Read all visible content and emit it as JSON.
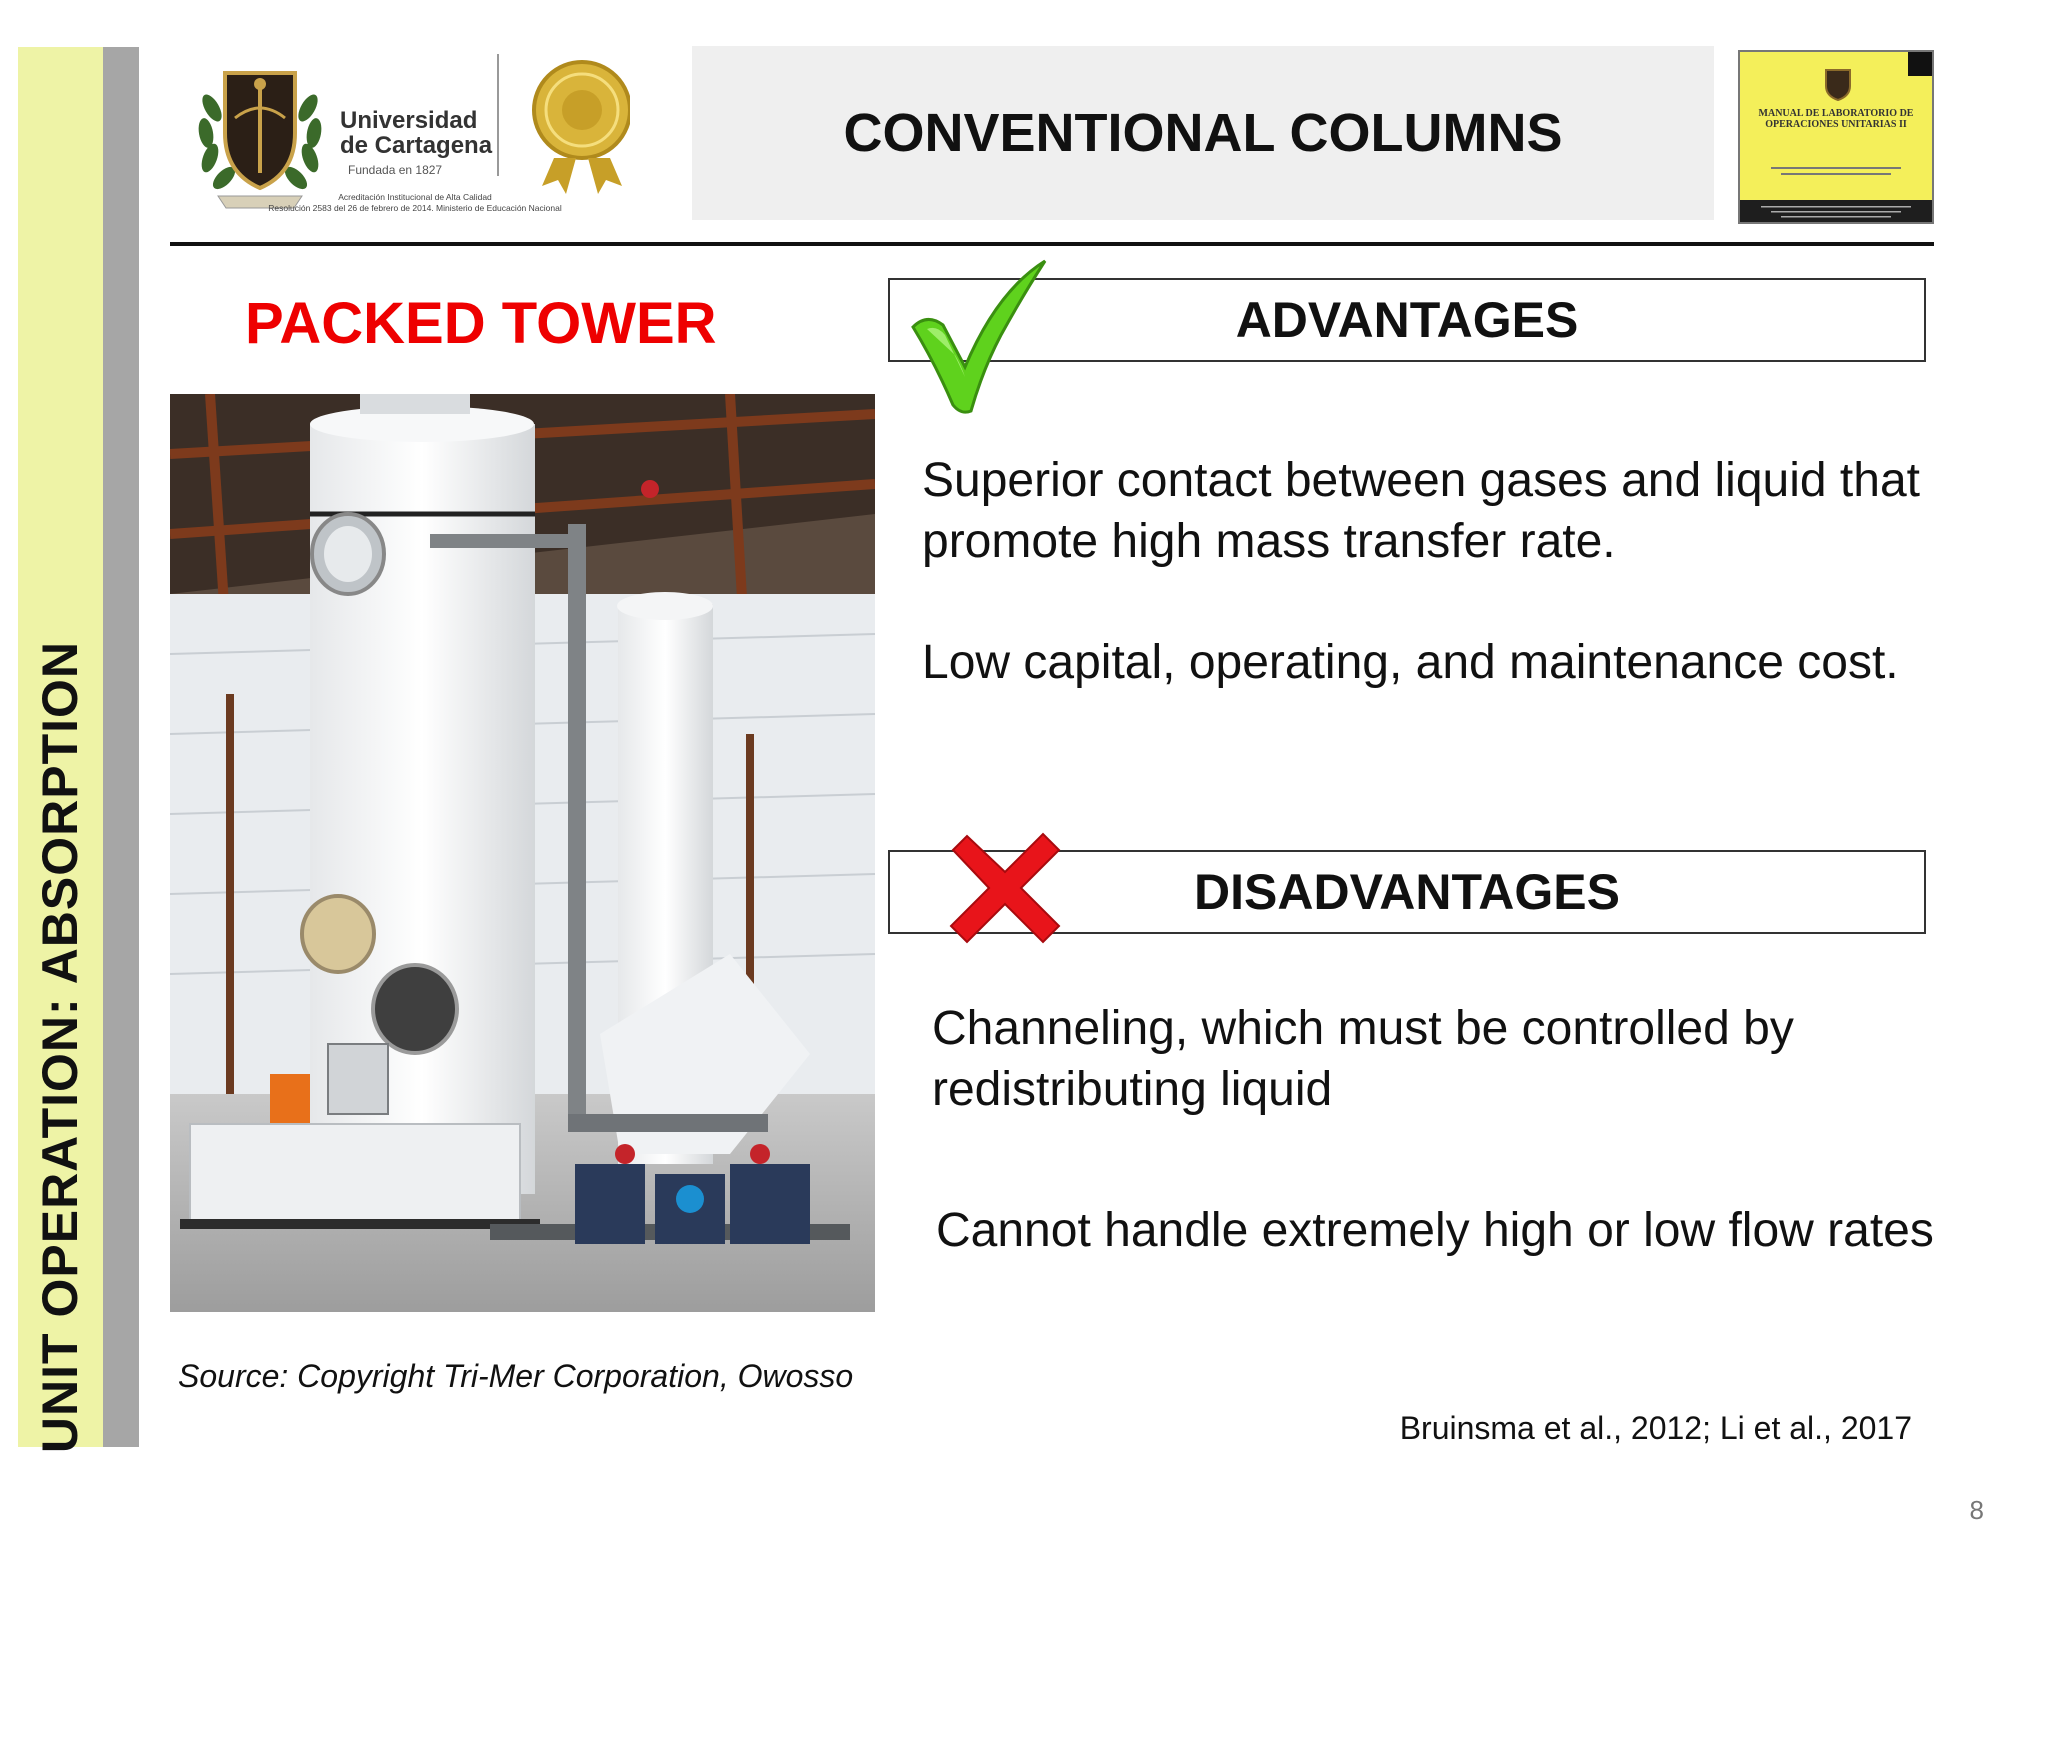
{
  "side_banner": {
    "label": "UNIT OPERATION: ABSORPTION"
  },
  "header": {
    "university": {
      "name_line1": "Universidad",
      "name_line2": "de Cartagena",
      "founded": "Fundada en 1827",
      "accreditation_line1": "Acreditación Institucional de Alta Calidad",
      "accreditation_line2": "Resolución 2583 del 26 de febrero de 2014. Ministerio de Educación Nacional"
    },
    "title": "CONVENTIONAL COLUMNS",
    "manual_cover": {
      "title": "MANUAL DE LABORATORIO DE OPERACIONES UNITARIAS II"
    }
  },
  "left": {
    "title": "PACKED TOWER",
    "source": "Source: Copyright Tri-Mer Corporation, Owosso"
  },
  "advantages": {
    "heading": "ADVANTAGES",
    "icon": "green-checkmark-icon",
    "items": [
      "Superior contact between gases and liquid that promote high mass transfer rate.",
      "Low capital, operating, and maintenance cost."
    ]
  },
  "disadvantages": {
    "heading": "DISADVANTAGES",
    "icon": "red-cross-icon",
    "items": [
      "Channeling, which must be controlled by redistributing liquid",
      "Cannot handle extremely high or low flow rates"
    ]
  },
  "references": "Bruinsma et al., 2012; Li et al., 2017",
  "page_number": "8",
  "colors": {
    "title_red": "#ee0000",
    "banner_yellow": "#eef3a6",
    "banner_gray": "#a6a6a6",
    "check_green": "#5fd21d",
    "cross_red": "#e8141a"
  }
}
